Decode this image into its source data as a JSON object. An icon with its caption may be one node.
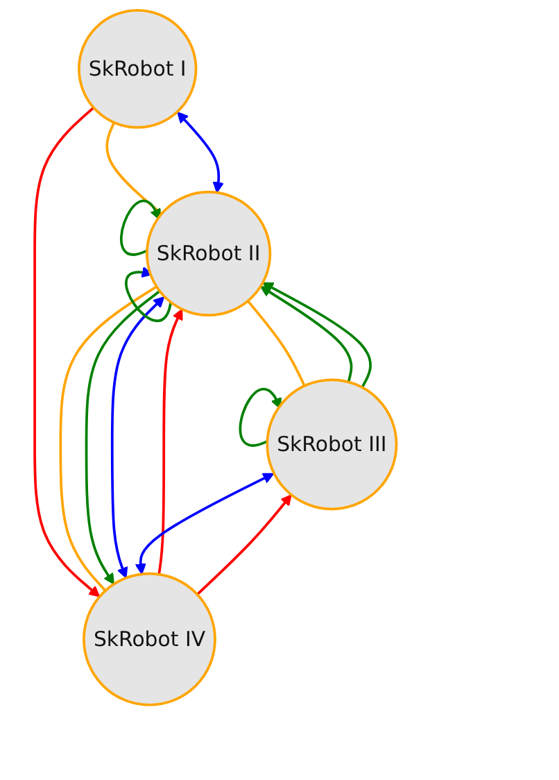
{
  "diagram": {
    "nodes": [
      {
        "text": [
          "SkRobot I"
        ]
      },
      {
        "text": [
          "SkRobot II"
        ]
      },
      {
        "text": [
          "SkRobot III"
        ]
      },
      {
        "text": [
          "SkRobot IV"
        ]
      }
    ],
    "edges": [
      {
        "from": 0,
        "to": 1,
        "arrow": "none",
        "color": "#ffa500"
      },
      {
        "from": 0,
        "to": 1,
        "arrow": "both",
        "color": "#0000ff"
      },
      {
        "from": 0,
        "to": 3,
        "arrow": "to",
        "color": "#ff0000"
      },
      {
        "from": 1,
        "to": 1,
        "arrow": "to",
        "color": "#008000"
      },
      {
        "from": 1,
        "to": 1,
        "arrow": "to",
        "color": "#008000"
      },
      {
        "from": 2,
        "to": 1,
        "arrow": "to",
        "color": "#008000"
      },
      {
        "from": 2,
        "to": 1,
        "arrow": "to",
        "color": "#008000"
      },
      {
        "from": 1,
        "to": 2,
        "arrow": "none",
        "color": "#ffa500"
      },
      {
        "from": 1,
        "to": 3,
        "arrow": "none",
        "color": "#ffa500"
      },
      {
        "from": 1,
        "to": 3,
        "arrow": "to",
        "color": "#008000"
      },
      {
        "from": 1,
        "to": 3,
        "arrow": "both",
        "color": "#0000ff"
      },
      {
        "from": 3,
        "to": 1,
        "arrow": "to",
        "color": "#ff0000"
      },
      {
        "from": 3,
        "to": 2,
        "arrow": "to",
        "color": "#ff0000"
      },
      {
        "from": 2,
        "to": 2,
        "arrow": "to",
        "color": "#008000"
      },
      {
        "from": 2,
        "to": 3,
        "arrow": "both",
        "color": "#0000ff"
      }
    ]
  }
}
